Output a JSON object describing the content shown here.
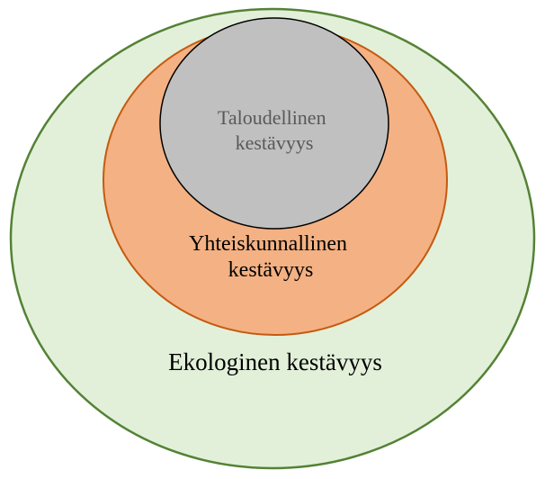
{
  "diagram": {
    "rings": [
      {
        "id": "outer",
        "label_lines": [
          "Ekologinen kestävyys"
        ],
        "fill": "#e2f0d9",
        "stroke": "#548235",
        "text_color": "#000000"
      },
      {
        "id": "middle",
        "label_lines": [
          "Yhteiskunnallinen",
          "kestävyys"
        ],
        "fill": "#f4b183",
        "stroke": "#c55a11",
        "text_color": "#000000"
      },
      {
        "id": "inner",
        "label_lines": [
          "Taloudellinen",
          "kestävyys"
        ],
        "fill": "#c0c0c0",
        "stroke": "#000000",
        "text_color": "#595959"
      }
    ]
  }
}
